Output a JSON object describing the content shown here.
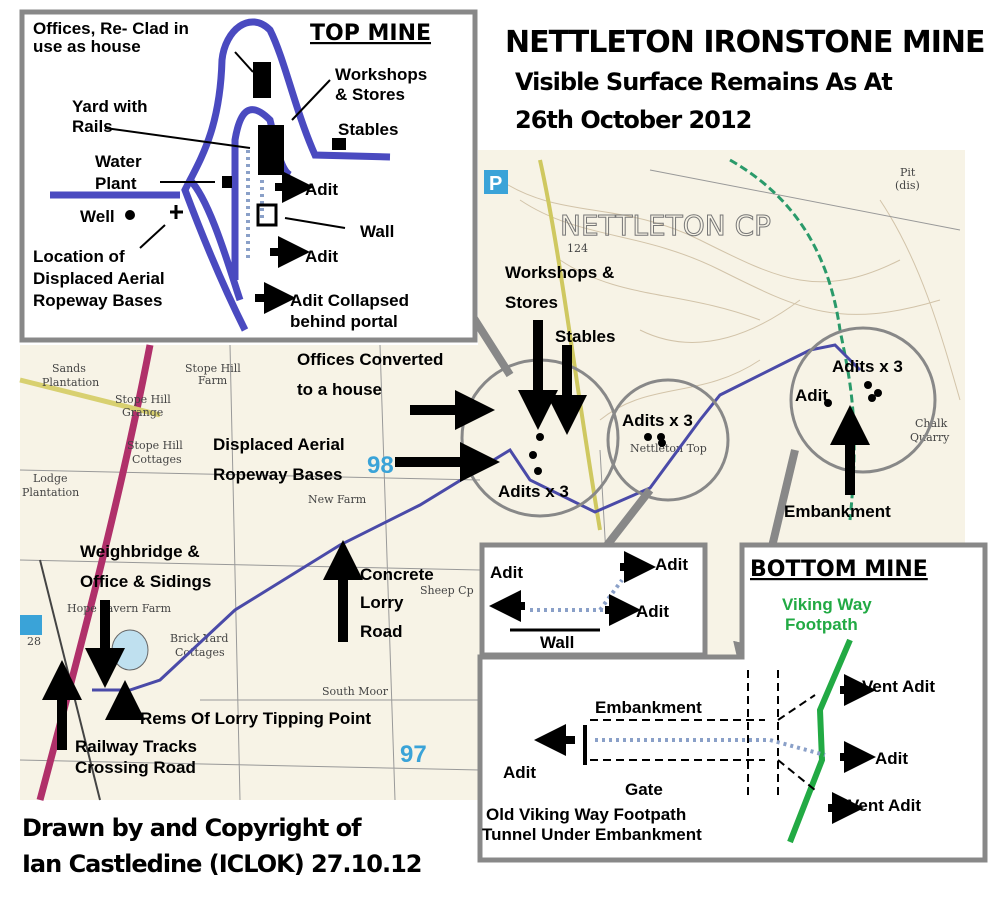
{
  "title": "NETTLETON IRONSTONE MINE",
  "subtitle_line1": "Visible Surface Remains As At",
  "subtitle_line2": "26th October 2012",
  "credit_line1": "Drawn by and Copyright of",
  "credit_line2": "Ian Castledine (ICLOK) 27.10.12",
  "colors": {
    "route": "#4a4aa8",
    "grey": "#888888",
    "rail": "#b0306a",
    "footpath": "#22aa44",
    "map_bg": "#f7f3e6"
  },
  "top_mine": {
    "heading": "TOP MINE",
    "labels": [
      "Offices, Re- Clad in",
      "use as house",
      "Workshops",
      "& Stores",
      "Yard with",
      "Rails",
      "Stables",
      "Water",
      "Plant",
      "Adit",
      "Well",
      "Wall",
      "Adit",
      "Location of",
      "Displaced Aerial",
      "Ropeway Bases",
      "Adit Collapsed",
      "behind portal"
    ]
  },
  "map": {
    "annotations": [
      "Workshops &",
      "Stores",
      "Stables",
      "Offices Converted",
      "to a house",
      "Displaced Aerial",
      "Ropeway Bases",
      "Adits x 3",
      "Adits x 3",
      "Adits x 3",
      "Adit",
      "Embankment",
      "Weighbridge &",
      "Office & Sidings",
      "Concrete",
      "Lorry",
      "Road",
      "Rems Of Lorry Tipping Point",
      "Railway Tracks",
      "Crossing Road"
    ],
    "place_names": [
      "Sands",
      "Plantation",
      "Stope Hill",
      "Farm",
      "Stope Hill",
      "Grange",
      "Stope Hill",
      "Cottages",
      "Lodge",
      "Plantation",
      "New Farm",
      "Hope Tavern Farm",
      "Brick Yard",
      "Cottages",
      "Sheep Cp",
      "South Moor",
      "Nettleton Top",
      "Chalk",
      "Quarry",
      "Pit",
      "(dis)",
      "NETTLETON CP",
      "P",
      "124",
      "28"
    ],
    "grid_numbers": [
      "98",
      "97"
    ]
  },
  "adits_inset": {
    "labels": [
      "Adit",
      "Adit",
      "Adit",
      "Wall"
    ]
  },
  "bottom_mine": {
    "heading": "BOTTOM MINE",
    "labels": [
      "Viking Way",
      "Footpath",
      "Vent Adit",
      "Embankment",
      "Adit",
      "Adit",
      "Gate",
      "Vent Adit",
      "Old Viking Way Footpath",
      "Tunnel Under Embankment"
    ]
  }
}
